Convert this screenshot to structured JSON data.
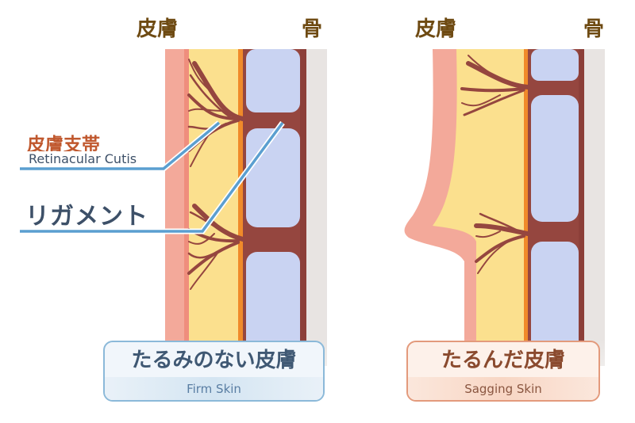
{
  "headers": {
    "left_skin": "皮膚",
    "left_bone": "骨",
    "right_skin": "皮膚",
    "right_bone": "骨"
  },
  "labels": {
    "retinacular_jp": "皮膚支帯",
    "retinacular_en": "Retinacular Cutis",
    "ligament": "リガメント"
  },
  "panels": {
    "firm": {
      "title": "たるみのない皮膚",
      "subtitle": "Firm Skin"
    },
    "sagging": {
      "title": "たるんだ皮膚",
      "subtitle": "Sagging Skin"
    }
  },
  "colors": {
    "skin": "#f3a99a",
    "fat": "#fbe08e",
    "bone": "#c9d3f2",
    "ligament": "#95463f",
    "leader": "#5b9fd0"
  }
}
